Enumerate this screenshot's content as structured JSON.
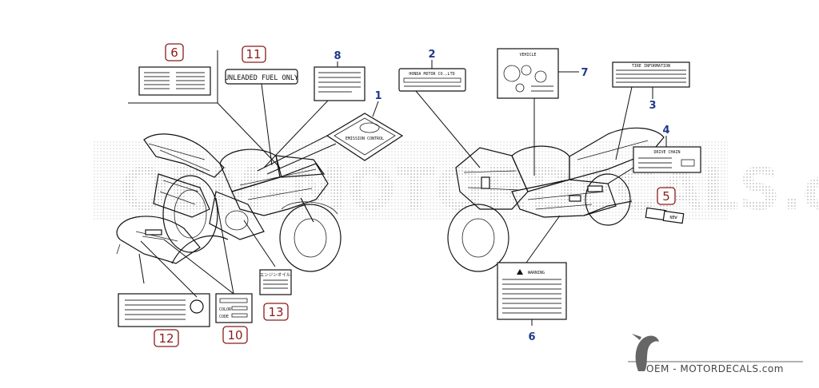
{
  "callouts": [
    {
      "id": "c6a",
      "text": "6",
      "style": "red"
    },
    {
      "id": "c11",
      "text": "11",
      "style": "red"
    },
    {
      "id": "c8",
      "text": "8",
      "style": "blue"
    },
    {
      "id": "c1",
      "text": "1",
      "style": "blue"
    },
    {
      "id": "c2",
      "text": "2",
      "style": "blue"
    },
    {
      "id": "c7",
      "text": "7",
      "style": "blue"
    },
    {
      "id": "c3",
      "text": "3",
      "style": "blue"
    },
    {
      "id": "c4",
      "text": "4",
      "style": "blue"
    },
    {
      "id": "c5",
      "text": "5",
      "style": "red"
    },
    {
      "id": "c6b",
      "text": "6",
      "style": "blue"
    },
    {
      "id": "c12",
      "text": "12",
      "style": "red"
    },
    {
      "id": "c10",
      "text": "10",
      "style": "red"
    },
    {
      "id": "c13",
      "text": "13",
      "style": "red"
    }
  ],
  "labels": {
    "unleaded": "UNLEADED FUEL ONLY",
    "honda_motor": "HONDA MOTOR CO.,LTD",
    "warning": "WARNING",
    "drive_chain": "DRIVE CHAIN",
    "color": "COLOR",
    "code": "CODE",
    "engine_oil_jp": "エンジンオイル",
    "tire_info": "TIRE INFORMATION",
    "emission": "EMISSION CONTROL",
    "vehicle_type": "VEHICLE",
    "new": "NEW"
  },
  "watermark": "OEM-MOTORDECALS.com",
  "brand": "OEM - MOTORDECALS.com",
  "colors": {
    "blue_number": "#1f3a8a",
    "red_number": "#8b1a1a",
    "ink": "#111111",
    "watermark_dots": "#c8c8c8"
  }
}
